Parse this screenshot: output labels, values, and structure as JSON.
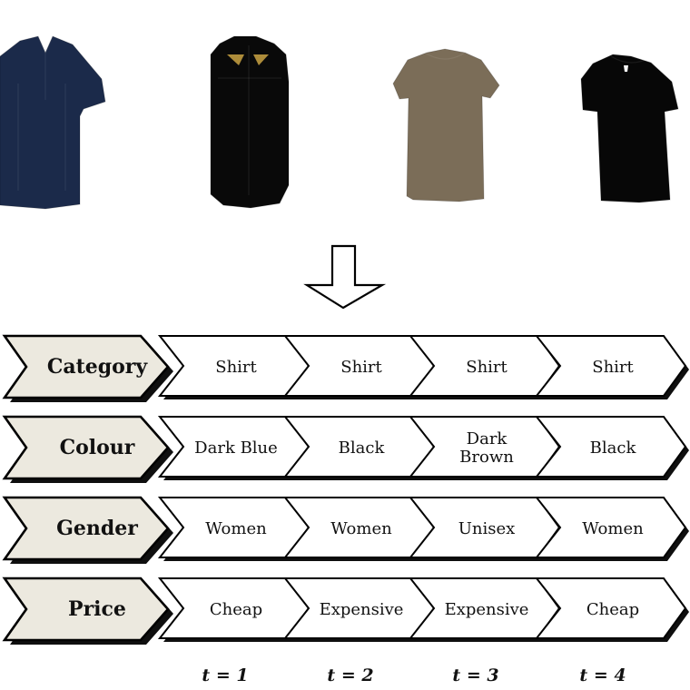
{
  "images": [
    {
      "icon": "dark-blue-polo-shirt"
    },
    {
      "icon": "black-sleeveless-shirt"
    },
    {
      "icon": "brown-tshirt"
    },
    {
      "icon": "black-tshirt"
    }
  ],
  "rows": [
    {
      "header": "Category",
      "cells": [
        {
          "lines": [
            "Shirt"
          ]
        },
        {
          "lines": [
            "Shirt"
          ]
        },
        {
          "lines": [
            "Shirt"
          ]
        },
        {
          "lines": [
            "Shirt"
          ]
        }
      ]
    },
    {
      "header": "Colour",
      "cells": [
        {
          "lines": [
            "Dark Blue"
          ]
        },
        {
          "lines": [
            "Black"
          ]
        },
        {
          "lines": [
            "Dark",
            "Brown"
          ]
        },
        {
          "lines": [
            "Black"
          ]
        }
      ]
    },
    {
      "header": "Gender",
      "cells": [
        {
          "lines": [
            "Women"
          ]
        },
        {
          "lines": [
            "Women"
          ]
        },
        {
          "lines": [
            "Unisex"
          ]
        },
        {
          "lines": [
            "Women"
          ]
        }
      ]
    },
    {
      "header": "Price",
      "cells": [
        {
          "lines": [
            "Cheap"
          ]
        },
        {
          "lines": [
            "Expensive"
          ]
        },
        {
          "lines": [
            "Expensive"
          ]
        },
        {
          "lines": [
            "Cheap"
          ]
        }
      ]
    }
  ],
  "time_labels": [
    "t = 1",
    "t = 2",
    "t = 3",
    "t = 4"
  ]
}
